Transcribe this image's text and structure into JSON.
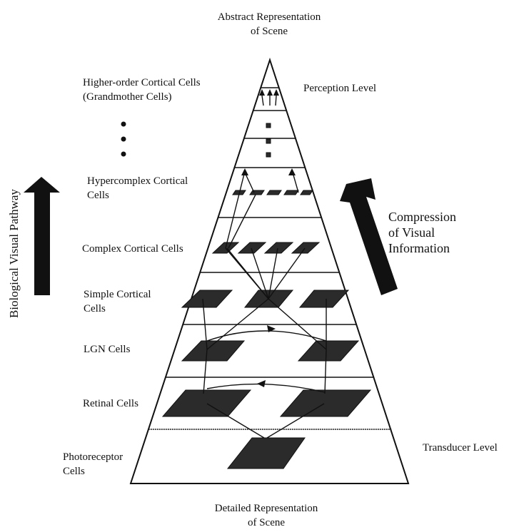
{
  "top_caption": [
    "Abstract Representation",
    "of Scene"
  ],
  "bottom_caption": [
    "Detailed Representation",
    "of Scene"
  ],
  "levels": [
    {
      "label": [
        "Higher-order Cortical Cells",
        "(Grandmother Cells)"
      ]
    },
    {
      "label": [
        "Hypercomplex Cortical",
        "Cells"
      ]
    },
    {
      "label": [
        "Complex Cortical Cells"
      ]
    },
    {
      "label": [
        "Simple Cortical",
        "Cells"
      ]
    },
    {
      "label": [
        "LGN Cells"
      ]
    },
    {
      "label": [
        "Retinal Cells"
      ]
    },
    {
      "label": [
        "Photoreceptor",
        "Cells"
      ]
    }
  ],
  "perception_level": "Perception Level",
  "transducer_level": "Transducer Level",
  "left_arrow_label": "Biological Visual Pathway",
  "right_arrow_label": [
    "Compression",
    "of Visual",
    "Information"
  ],
  "colors": {
    "ink": "#111111",
    "cell_fill": "#2b2b2b"
  }
}
